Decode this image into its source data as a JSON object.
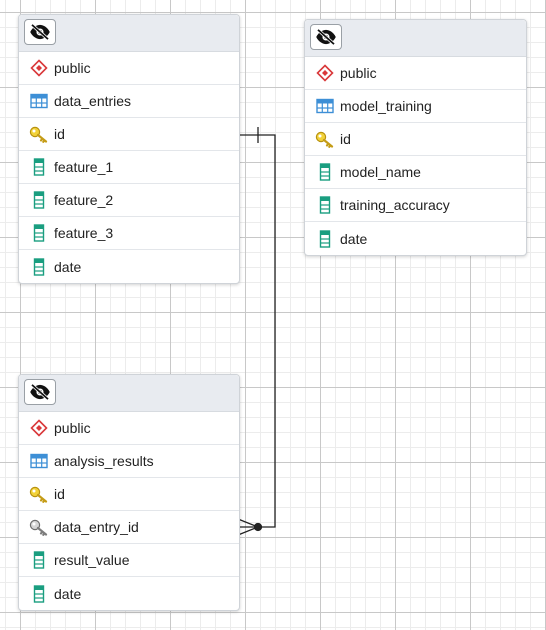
{
  "tables": [
    {
      "id": "data_entries",
      "schema": "public",
      "name": "data_entries",
      "columns": [
        {
          "name": "id",
          "icon": "primary-key-icon"
        },
        {
          "name": "feature_1",
          "icon": "column-icon"
        },
        {
          "name": "feature_2",
          "icon": "column-icon"
        },
        {
          "name": "feature_3",
          "icon": "column-icon"
        },
        {
          "name": "date",
          "icon": "column-icon"
        }
      ]
    },
    {
      "id": "model_training",
      "schema": "public",
      "name": "model_training",
      "columns": [
        {
          "name": "id",
          "icon": "primary-key-icon"
        },
        {
          "name": "model_name",
          "icon": "column-icon"
        },
        {
          "name": "training_accuracy",
          "icon": "column-icon"
        },
        {
          "name": "date",
          "icon": "column-icon"
        }
      ]
    },
    {
      "id": "analysis_results",
      "schema": "public",
      "name": "analysis_results",
      "columns": [
        {
          "name": "id",
          "icon": "primary-key-icon"
        },
        {
          "name": "data_entry_id",
          "icon": "foreign-key-icon"
        },
        {
          "name": "result_value",
          "icon": "column-icon"
        },
        {
          "name": "date",
          "icon": "column-icon"
        }
      ]
    }
  ],
  "relationships": [
    {
      "from": "analysis_results.data_entry_id",
      "to": "data_entries.id",
      "from_end": "many",
      "to_end": "one"
    }
  ],
  "colors": {
    "schema_icon": "#d9383a",
    "table_icon": "#3d8fd6",
    "primary_key": "#e0b818",
    "foreign_key": "#8a8a8a",
    "column_icon": "#1a9e80",
    "link_line": "#222222"
  }
}
